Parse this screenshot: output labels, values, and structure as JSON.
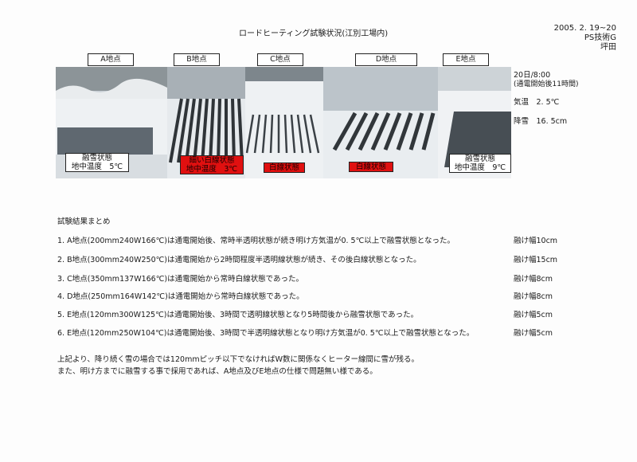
{
  "header": {
    "title": "ロードヒーティング試験状況(江別工場内)",
    "date": "2005. 2. 19~20",
    "dept": "PS技術G",
    "author": "坪田"
  },
  "locations": [
    "A地点",
    "B地点",
    "C地点",
    "D地点",
    "E地点"
  ],
  "photo_labels": {
    "a": [
      "融雪状態",
      "地中温度　5℃"
    ],
    "b": [
      "細い白線状態",
      "地中温度　3℃"
    ],
    "c": [
      "白線状態"
    ],
    "d": [
      "白線状態"
    ],
    "e": [
      "融雪状態",
      "地中温度　9℃"
    ]
  },
  "conditions": {
    "time": "20日/8:00",
    "elapsed": "(通電開始後11時間)",
    "temp": "気温　2. 5℃",
    "snow": "降雪　16. 5cm"
  },
  "summary": {
    "title": "試験結果まとめ",
    "results": [
      {
        "text": "1. A地点(200mm240W166℃)は通電開始後、常時半透明状態が続き明け方気温が0. 5℃以上で融雪状態となった。",
        "width": "融け幅10cm"
      },
      {
        "text": "2. B地点(300mm240W250℃)は通電開始から2時間程度半透明線状態が続き、その後白線状態となった。",
        "width": "融け幅15cm"
      },
      {
        "text": "3. C地点(350mm137W166℃)は通電開始から常時白線状態であった。",
        "width": "融け幅8cm"
      },
      {
        "text": "4. D地点(250mm164W142℃)は通電開始から常時白線状態であった。",
        "width": "融け幅8cm"
      },
      {
        "text": "5. E地点(120mm300W125℃)は通電開始後、3時間で透明線状態となり5時間後から融雪状態であった。",
        "width": "融け幅5cm"
      },
      {
        "text": "6. E地点(120mm250W104℃)は通電開始後、3時間で半透明線状態となり明け方気温が0. 5℃以上で融雪状態となった。",
        "width": "融け幅5cm"
      }
    ],
    "conclusion": [
      "上記より、降り続く雪の場合では120mmピッチ以下でなければW数に関係なくヒーター線間に雪が残る。",
      "また、明け方までに融雪する事で採用であれば、A地点及びE地点の仕様で問題無い様である。"
    ]
  }
}
